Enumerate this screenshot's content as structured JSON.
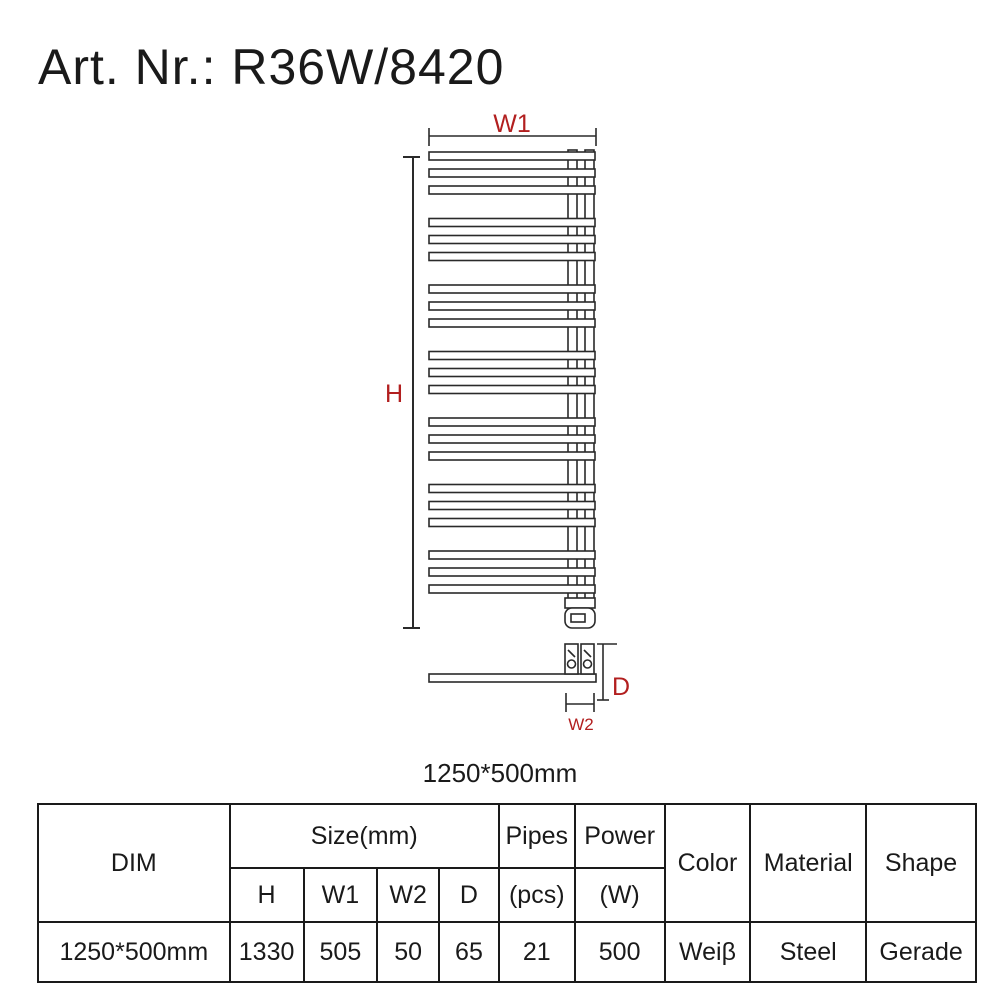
{
  "title": "Art. Nr.: R36W/8420",
  "drawing": {
    "label_w1": "W1",
    "label_h": "H",
    "label_d": "D",
    "label_w2": "W2",
    "bar_groups": 7,
    "bars_per_group": 3,
    "line_color": "#2a2a2a",
    "label_color": "#b21f1f"
  },
  "subtitle": "1250*500mm",
  "table": {
    "header": {
      "dim": "DIM",
      "size": "Size(mm)",
      "pipes": "Pipes",
      "power": "Power",
      "color": "Color",
      "material": "Material",
      "shape": "Shape"
    },
    "subheader": {
      "h": "H",
      "w1": "W1",
      "w2": "W2",
      "d": "D",
      "pipes_unit": "(pcs)",
      "power_unit": "(W)"
    },
    "row": {
      "dim": "1250*500mm",
      "h": "1330",
      "w1": "505",
      "w2": "50",
      "d": "65",
      "pipes": "21",
      "power": "500",
      "color": "Weiβ",
      "material": "Steel",
      "shape": "Gerade"
    }
  }
}
